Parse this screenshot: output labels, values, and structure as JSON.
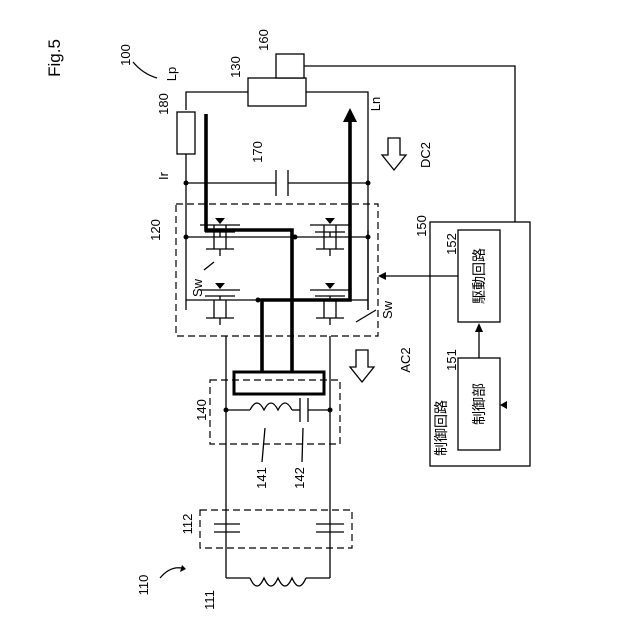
{
  "figure": {
    "title": "Fig.5"
  },
  "labels": {
    "ref_100": "100",
    "ref_110": "110",
    "ref_111": "111",
    "ref_112": "112",
    "ref_120": "120",
    "ref_130": "130",
    "ref_140": "140",
    "ref_141": "141",
    "ref_142": "142",
    "ref_150": "150",
    "ref_151": "151",
    "ref_152": "152",
    "ref_160": "160",
    "ref_170": "170",
    "ref_180": "180",
    "lp": "Lp",
    "ln": "Ln",
    "ir": "Ir",
    "sw_left": "Sw",
    "sw_right": "Sw",
    "dc2": "DC2",
    "ac2": "AC2"
  },
  "control": {
    "circuit_label": "制御回路",
    "control_unit_label": "制御部",
    "drive_circuit_label": "駆動回路"
  }
}
